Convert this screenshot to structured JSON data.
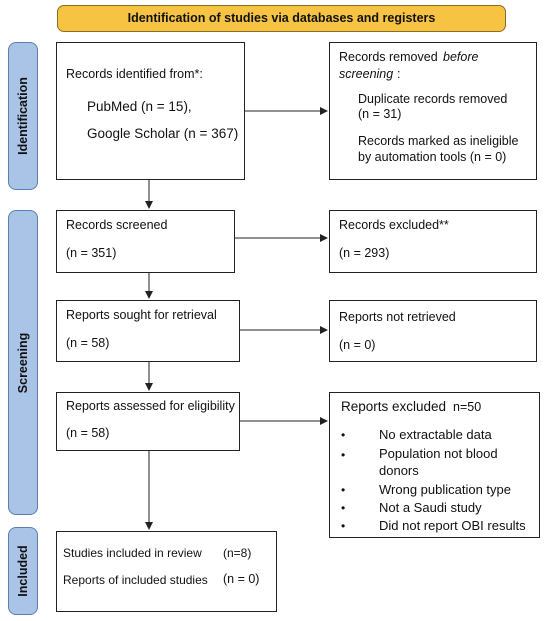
{
  "banner": "Identification of studies via databases and registers",
  "phases": {
    "identification": "Identification",
    "screening": "Screening",
    "included": "Included"
  },
  "records_identified": {
    "title": "Records identified from*:",
    "pubmed": "PubMed (n = 15),",
    "scholar": "Google Scholar (n = 367)"
  },
  "records_removed": {
    "title_prefix": "Records removed ",
    "title_italic": "before screening",
    "title_suffix": ":",
    "duplicates": "Duplicate records removed",
    "duplicates_n": "(n = 31)",
    "ineligible_1": "Records marked as ineligible",
    "ineligible_2": "by automation tools (n = 0)"
  },
  "records_screened": {
    "title": "Records screened",
    "n": "(n = 351)"
  },
  "records_excluded": {
    "title": "Records excluded**",
    "n": "(n = 293)"
  },
  "reports_sought": {
    "title": "Reports sought for retrieval",
    "n": "(n = 58)"
  },
  "reports_not_retrieved": {
    "title": "Reports not retrieved",
    "n": "(n = 0)"
  },
  "reports_assessed": {
    "title": "Reports assessed for eligibility",
    "n": "(n = 58)"
  },
  "reports_excluded": {
    "title": "Reports excluded",
    "n": "n=50",
    "bullet": "•",
    "reasons": [
      "No extractable data",
      "Population not blood",
      "donors",
      "Wrong publication type",
      "Not a Saudi study",
      "Did not report OBI results"
    ]
  },
  "included": {
    "studies": "Studies included in review",
    "studies_n": "(n=8)",
    "reports": "Reports of included studies",
    "reports_n": "(n = 0)"
  }
}
